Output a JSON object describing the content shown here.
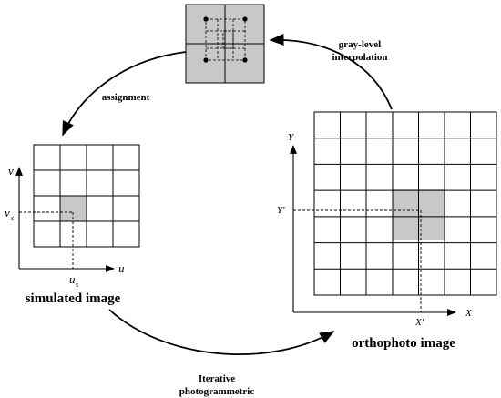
{
  "labels": {
    "gray_level_1": "gray-level",
    "gray_level_2": "interpolation",
    "assignment": "assignment",
    "simulated_image": "simulated image",
    "orthophoto_image": "orthophoto image",
    "iterative_1": "Iterative",
    "iterative_2": "photogrammetric"
  },
  "axes": {
    "sim_v": "v",
    "sim_u": "u",
    "sim_vs": "v",
    "sim_us": "u",
    "sub_s": "s",
    "ortho_Y": "Y",
    "ortho_X": "X",
    "ortho_Yp": "Y′",
    "ortho_Xp": "X′"
  },
  "colors": {
    "line": "#000000",
    "highlight_fill": "#c8c8c8",
    "interp_fill": "#c8c8c8"
  }
}
